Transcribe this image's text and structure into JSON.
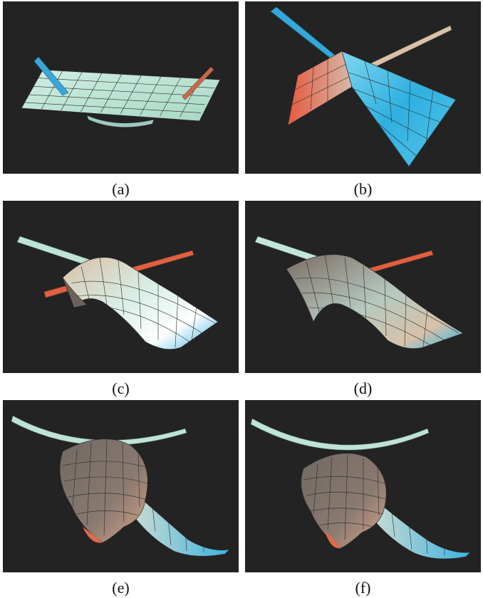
{
  "figure": {
    "panels": [
      {
        "id": "a",
        "caption": "(a)"
      },
      {
        "id": "b",
        "caption": "(b)"
      },
      {
        "id": "c",
        "caption": "(c)"
      },
      {
        "id": "d",
        "caption": "(d)"
      },
      {
        "id": "e",
        "caption": "(e)"
      },
      {
        "id": "f",
        "caption": "(f)"
      }
    ],
    "colors": {
      "background": "#232323",
      "mint": "#bfe3d4",
      "cyan": "#3ab4e0",
      "salmon": "#e2694a",
      "taupe": "#6d615c",
      "grid_line": "#2a2a2a"
    }
  }
}
